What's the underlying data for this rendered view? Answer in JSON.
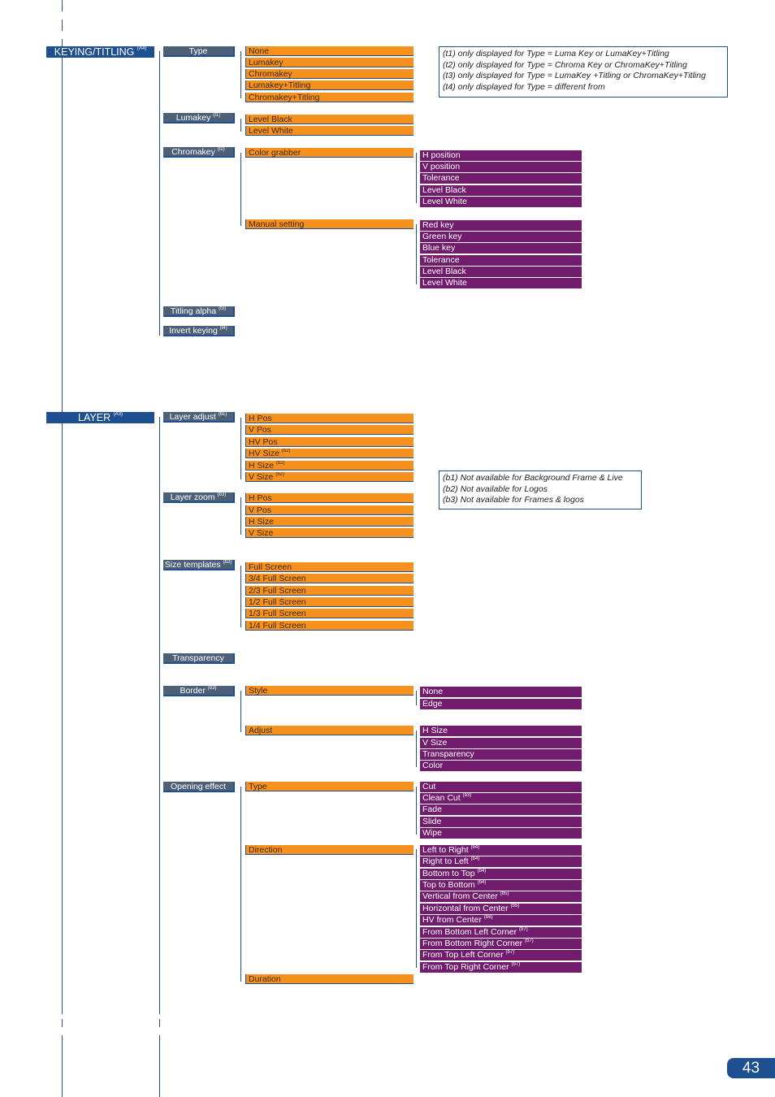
{
  "keying": {
    "title": "KEYING/TITLING",
    "title_sup": "(A4)",
    "type": {
      "label": "Type",
      "options": [
        "None",
        "Lumakey",
        "Chromakey",
        "Lumakey+Titling",
        "Chromakey+Titling"
      ]
    },
    "lumakey": {
      "label": "Lumakey",
      "sup": "(t1)",
      "options": [
        "Level Black",
        "Level White"
      ]
    },
    "chromakey": {
      "label": "Chromakey",
      "sup": "(t2)",
      "color_grabber": {
        "label": "Color grabber",
        "options": [
          "H position",
          "V position",
          "Tolerance",
          "Level Black",
          "Level White"
        ]
      },
      "manual_setting": {
        "label": "Manual setting",
        "options": [
          "Red key",
          "Green key",
          "Blue key",
          "Tolerance",
          "Level Black",
          "Level White"
        ]
      }
    },
    "titling_alpha": {
      "label": "Titling alpha",
      "sup": "(t3)"
    },
    "invert_keying": {
      "label": "Invert keying",
      "sup": "(t4)"
    },
    "notes": [
      "(t1) only displayed for Type = Luma Key or LumaKey+Titling",
      "(t2) only displayed for Type = Chroma Key or ChromaKey+Titling",
      "(t3) only displayed for Type = LumaKey +Titling or ChromaKey+Titling",
      "(t4) only displayed for Type = different from"
    ]
  },
  "layer": {
    "title": "LAYER",
    "title_sup": "(A3)",
    "layer_adjust": {
      "label": "Layer adjust",
      "sup": "(b1)",
      "options": [
        {
          "label": "H Pos",
          "sup": ""
        },
        {
          "label": "V Pos",
          "sup": ""
        },
        {
          "label": "HV Pos",
          "sup": ""
        },
        {
          "label": "HV Size",
          "sup": "(b2)"
        },
        {
          "label": "H Size",
          "sup": "(b2)"
        },
        {
          "label": "V Size",
          "sup": "(b2)"
        }
      ]
    },
    "layer_zoom": {
      "label": "Layer zoom",
      "sup": "(b3)",
      "options": [
        "H Pos",
        "V Pos",
        "H Size",
        "V Size"
      ]
    },
    "size_templates": {
      "label": "Size templates",
      "sup": "(b3)",
      "options": [
        "Full Screen",
        "3/4 Full Screen",
        "2/3 Full Screen",
        "1/2 Full Screen",
        "1/3 Full Screen",
        "1/4 Full Screen"
      ]
    },
    "transparency": {
      "label": "Transparency"
    },
    "border": {
      "label": "Border",
      "sup": "(b3)",
      "style": {
        "label": "Style",
        "options": [
          "None",
          "Edge"
        ]
      },
      "adjust": {
        "label": "Adjust",
        "options": [
          "H Size",
          "V Size",
          "Transparency",
          "Color"
        ]
      }
    },
    "opening_effect": {
      "label": "Opening effect",
      "type": {
        "label": "Type",
        "options": [
          {
            "label": "Cut",
            "sup": ""
          },
          {
            "label": "Clean Cut",
            "sup": "(b3)"
          },
          {
            "label": "Fade",
            "sup": ""
          },
          {
            "label": "Slide",
            "sup": ""
          },
          {
            "label": "Wipe",
            "sup": ""
          }
        ]
      },
      "direction": {
        "label": "Direction",
        "options": [
          {
            "label": "Left to Right",
            "sup": "(b4)"
          },
          {
            "label": "Right to Left",
            "sup": "(b4)"
          },
          {
            "label": "Bottom to Top",
            "sup": "(b4)"
          },
          {
            "label": "Top to Bottom",
            "sup": "(b4)"
          },
          {
            "label": "Vertical from Center",
            "sup": "(b5)"
          },
          {
            "label": "Horizontal from Center",
            "sup": "(b5)"
          },
          {
            "label": "HV from Center",
            "sup": "(b6)"
          },
          {
            "label": "From Bottom Left Corner",
            "sup": "(b7)"
          },
          {
            "label": "From Bottom Right Corner",
            "sup": "(b7)"
          },
          {
            "label": "From Top Left Corner",
            "sup": "(b7)"
          },
          {
            "label": "From Top Right Corner",
            "sup": "(b7)"
          }
        ]
      },
      "duration": {
        "label": "Duration"
      }
    },
    "notes": [
      "(b1) Not available for Background Frame & Live",
      "(b2) Not available for Logos",
      "(b3) Not available for Frames & logos"
    ]
  },
  "page_number": "43"
}
